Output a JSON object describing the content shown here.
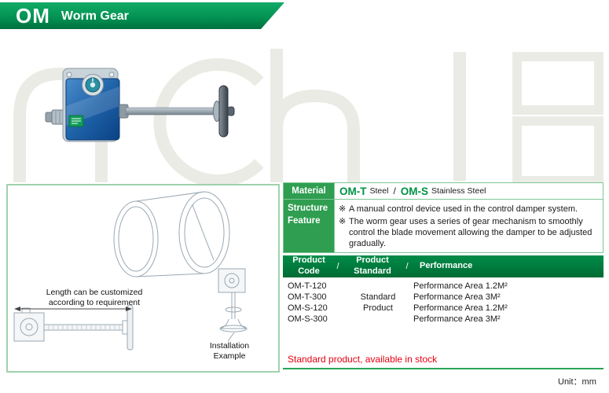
{
  "colors": {
    "banner_green": "#029051",
    "label_green": "#2f9e50",
    "header_green": "#007b3d",
    "border_green": "#7ec695",
    "accent_red": "#e60012",
    "code_green": "#009245"
  },
  "banner": {
    "brand": "OM",
    "title": "Worm Gear"
  },
  "left_panel": {
    "length_note": "Length can be customized\naccording to requirement",
    "installation_note": "Installation\nExample"
  },
  "table": {
    "material": {
      "label": "Material",
      "code1": "OM-T",
      "type1": "Steel",
      "separator": "/",
      "code2": "OM-S",
      "type2": "Stainless Steel"
    },
    "structure": {
      "label": "Structure\nFeature",
      "bullet": "※",
      "feature1": "A manual control device used in the control damper system.",
      "feature2": "The worm gear uses a series of gear mechanism to smoothly control the blade movement allowing the damper to be adjusted gradually."
    },
    "header": {
      "col1": "Product\nCode",
      "col2": "Product\nStandard",
      "col3": "Performance",
      "separator": "/"
    },
    "standard_note": "Standard\nProduct",
    "rows": [
      {
        "code": "OM-T-120",
        "performance": "Performance Area 1.2M²"
      },
      {
        "code": "OM-T-300",
        "performance": "Performance Area 3M²"
      },
      {
        "code": "OM-S-120",
        "performance": "Performance Area 1.2M²"
      },
      {
        "code": "OM-S-300",
        "performance": "Performance Area 3M²"
      }
    ]
  },
  "footer": {
    "stock_note": "Standard product, available in stock",
    "unit": "Unit：mm"
  }
}
